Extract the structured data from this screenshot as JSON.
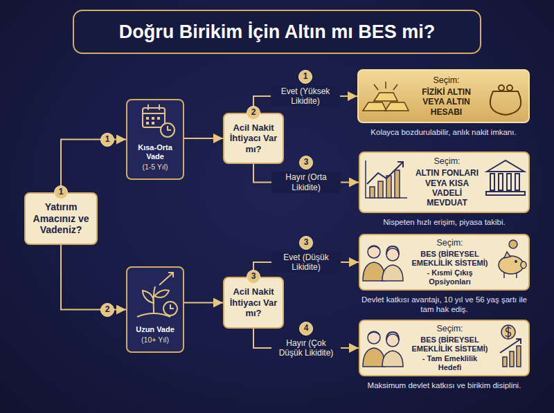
{
  "diagram": {
    "title": "Doğru Birikim İçin Altın mı BES mi?",
    "nodes": [
      {
        "text": [
          "Yatırım Amacınız ve Vadeniz?"
        ]
      },
      {
        "text": [
          "Kısa-Orta Vade",
          "(1-5 Yıl)"
        ]
      },
      {
        "text": [
          "Acil Nakit İhtiyacı Var mı?"
        ]
      },
      {
        "text": [
          "Seçim:",
          "FİZİKİ ALTIN VEYA ALTIN HESABI"
        ]
      },
      {
        "text": [
          "Seçim:",
          "ALTIN FONLARI VEYA KISA VADELİ MEVDUAT"
        ]
      },
      {
        "text": [
          "Uzun Vade",
          "(10+ Yıl)"
        ]
      },
      {
        "text": [
          "Acil Nakit İhtiyacı Var mı?"
        ]
      },
      {
        "text": [
          "Seçim:",
          "BES (BİREYSEL EMEKLİLİK SİSTEMİ) - Kısmi Çıkış Opsiyonları"
        ]
      },
      {
        "text": [
          "Seçim:",
          "BES (BİREYSEL EMEKLİLİK SİSTEMİ) - Tam Emeklilik Hedefi"
        ]
      }
    ],
    "edges": [
      {
        "from": 0,
        "to": 1,
        "arrow": "to"
      },
      {
        "from": 0,
        "to": 5,
        "arrow": "to"
      },
      {
        "from": 1,
        "to": 2,
        "arrow": "to"
      },
      {
        "from": 5,
        "to": 6,
        "arrow": "to"
      },
      {
        "from": 2,
        "to": 3,
        "label": "Evet (Yüksek Likidite)",
        "arrow": "to"
      },
      {
        "from": 2,
        "to": 4,
        "label": "Hayır (Orta Likidite)",
        "arrow": "to"
      },
      {
        "from": 6,
        "to": 7,
        "label": "Evet (Düşük Likidite)",
        "arrow": "to"
      },
      {
        "from": 6,
        "to": 8,
        "label": "Hayır (Çok Düşük Likidite)",
        "arrow": "to"
      }
    ],
    "labels": [
      "1",
      "1",
      "2",
      "2",
      "1",
      "Kolayca bozdurulabilir, anlık nakit imkanı.",
      "3",
      "Nispeten hızlı erişim, piyasa takibi.",
      "3",
      "3",
      "Devlet katkısı avantajı, 10 yıl ve 56 yaş şartı ile tam hak ediş.",
      "4",
      "Maksimum devlet katkısı ve birikim disiplini."
    ]
  }
}
